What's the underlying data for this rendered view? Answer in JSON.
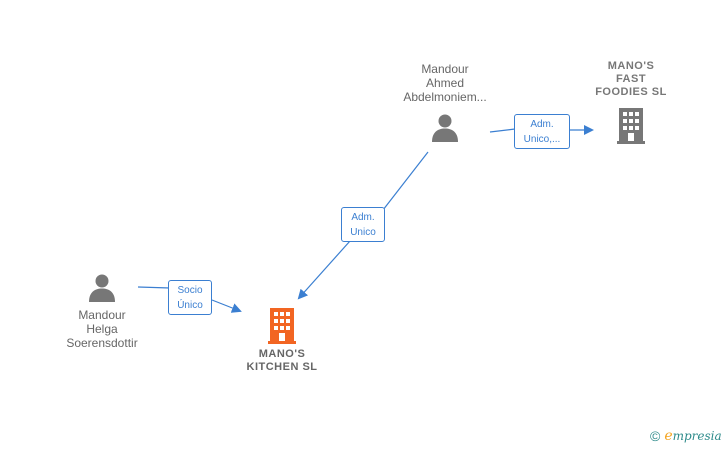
{
  "nodes": {
    "helga": {
      "name": "Mandour\nHelga\nSoerensdottir",
      "type": "person"
    },
    "ahmed": {
      "name": "Mandour\nAhmed\nAbdelmoniem...",
      "type": "person"
    },
    "kitchen": {
      "name": "MANO'S\nKITCHEN  SL",
      "type": "company",
      "focus": true
    },
    "fast_foodies": {
      "name": "MANO'S\nFAST\nFOODIES  SL",
      "type": "company"
    }
  },
  "edges": {
    "helga_kitchen": {
      "line1": "Socio",
      "line2": "Único"
    },
    "ahmed_kitchen": {
      "line1": "Adm.",
      "line2": "Unico"
    },
    "ahmed_foodies": {
      "line1": "Adm.",
      "line2": "Unico,..."
    }
  },
  "colors": {
    "person_icon": "#777777",
    "company_icon": "#777777",
    "focus_company_icon": "#f26522",
    "edge": "#3b7fd1"
  },
  "footer": {
    "copyright": "©",
    "brand_initial": "e",
    "brand_rest": "mpresia"
  }
}
